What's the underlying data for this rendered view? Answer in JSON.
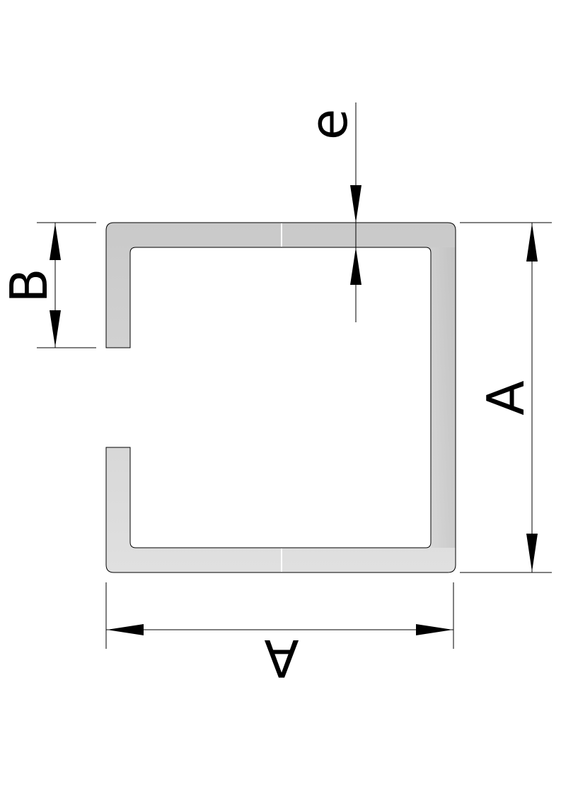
{
  "labels": {
    "thickness": "e",
    "lip": "B",
    "height": "A",
    "width": "A"
  },
  "colors": {
    "profile_light": "#e2e2e2",
    "profile_dark": "#c4c4c4",
    "outline": "#000000",
    "seam": "#ffffff"
  }
}
